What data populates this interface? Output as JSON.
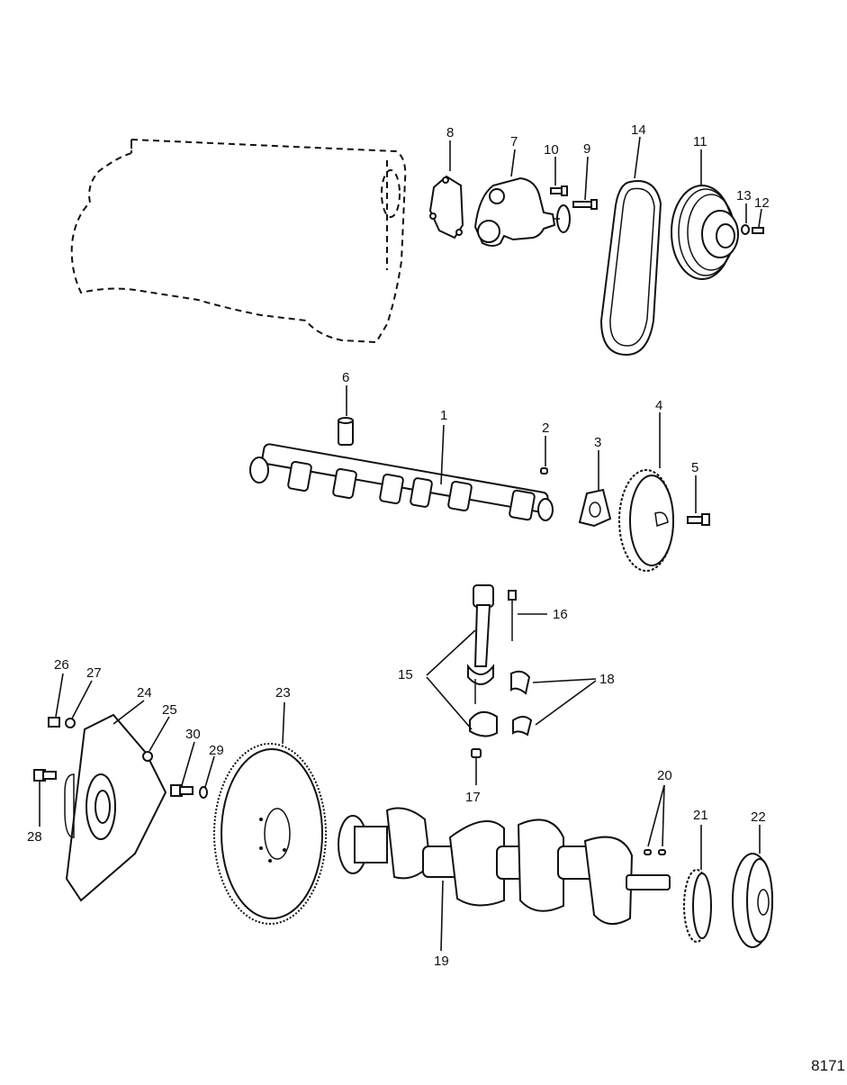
{
  "figure_number": "8171",
  "callouts": [
    "1",
    "2",
    "3",
    "4",
    "5",
    "6",
    "7",
    "8",
    "9",
    "10",
    "11",
    "12",
    "13",
    "14",
    "15",
    "16",
    "17",
    "18",
    "19",
    "20",
    "21",
    "22",
    "23",
    "24",
    "25",
    "26",
    "27",
    "28",
    "29",
    "30"
  ]
}
